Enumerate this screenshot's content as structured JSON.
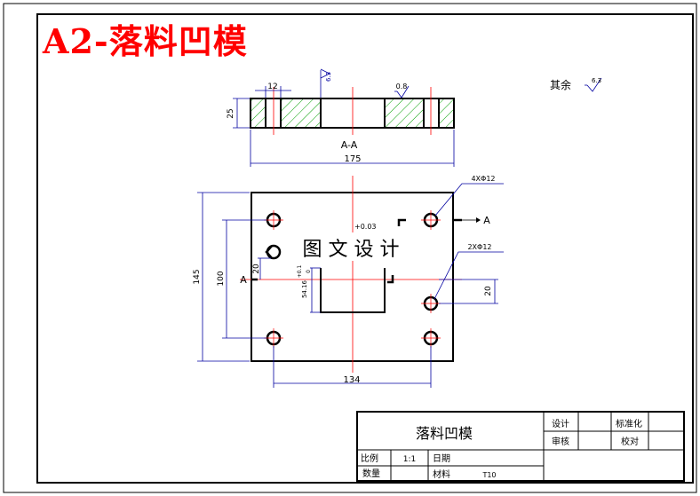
{
  "title_banner": "A2-落料凹模",
  "surface_note": {
    "text": "其余",
    "roughness": "6.3"
  },
  "section_view": {
    "label": "A-A",
    "dim_width": "175",
    "dim_height": "25",
    "dim_hole": "12",
    "roughness_top": "0.8",
    "roughness_right_marker": "6.3"
  },
  "plan_view": {
    "dim_height_outer": "145",
    "dim_height_holes": "100",
    "dim_width_holes": "134",
    "dim_offset_left": "20",
    "dim_offset_right": "20",
    "callout_4x": "4XΦ12",
    "callout_2x": "2XΦ12",
    "tol_top": "+0.03",
    "tol_cavity_value": "54.16",
    "tol_cavity_upper": "+0.1",
    "tol_cavity_lower": "0",
    "section_mark_left": "A",
    "section_mark_right": "A"
  },
  "watermark": "图 文 设 计",
  "title_block": {
    "part_name": "落料凹模",
    "labels": {
      "design": "设计",
      "standard": "标准化",
      "review": "审核",
      "check": "校对",
      "scale": "比例",
      "date": "日期",
      "quantity": "数量",
      "material": "材料"
    },
    "values": {
      "scale": "1:1",
      "material": "T10"
    }
  }
}
